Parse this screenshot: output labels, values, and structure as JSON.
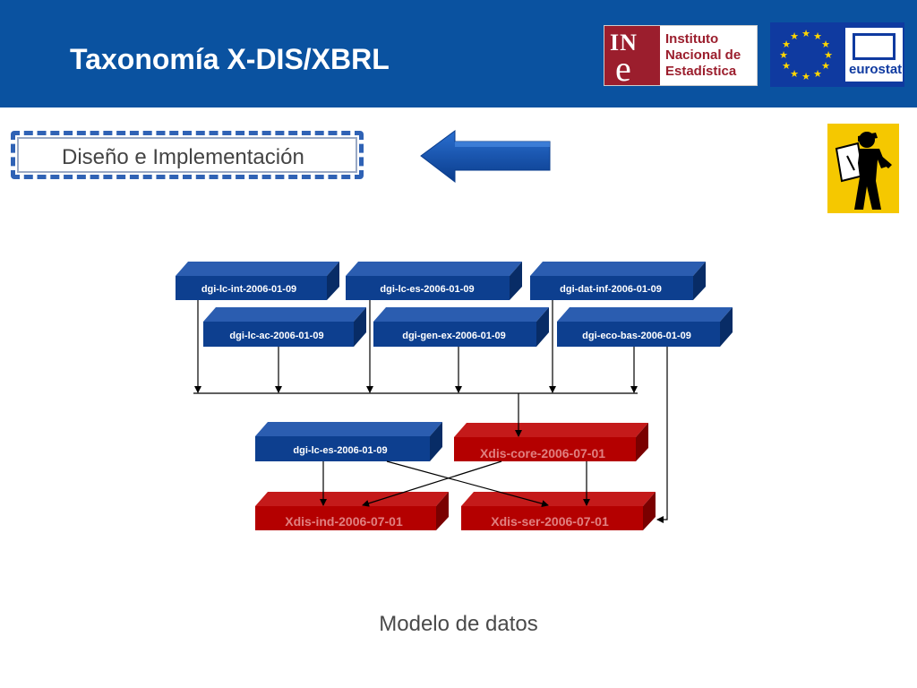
{
  "header": {
    "title": "Taxonomía X-DIS/XBRL",
    "ine_logo": {
      "mark_top": "IN",
      "mark_bottom": "e",
      "line1": "Instituto",
      "line2": "Nacional de",
      "line3": "Estadística"
    },
    "eurostat_logo": {
      "word": "eurostat"
    }
  },
  "section": {
    "label": "Diseño e Implementación"
  },
  "diagram": {
    "blue_boxes": [
      {
        "id": "b1",
        "label": "dgi-lc-int-2006-01-09"
      },
      {
        "id": "b2",
        "label": "dgi-lc-es-2006-01-09"
      },
      {
        "id": "b3",
        "label": "dgi-dat-inf-2006-01-09"
      },
      {
        "id": "b4",
        "label": "dgi-lc-ac-2006-01-09"
      },
      {
        "id": "b5",
        "label": "dgi-gen-ex-2006-01-09"
      },
      {
        "id": "b6",
        "label": "dgi-eco-bas-2006-01-09"
      },
      {
        "id": "b7",
        "label": "dgi-lc-es-2006-01-09"
      }
    ],
    "red_boxes": [
      {
        "id": "r1",
        "label": "Xdis-core-2006-07-01"
      },
      {
        "id": "r2",
        "label": "Xdis-ind-2006-07-01"
      },
      {
        "id": "r3",
        "label": "Xdis-ser-2006-07-01"
      }
    ]
  },
  "footer": {
    "caption": "Modelo de datos"
  },
  "colors": {
    "header_bg": "#0a52a0",
    "blue_box": "#0d3f8f",
    "blue_box_dark": "#082c66",
    "red_box": "#b40000",
    "red_box_dark": "#7a0000"
  }
}
